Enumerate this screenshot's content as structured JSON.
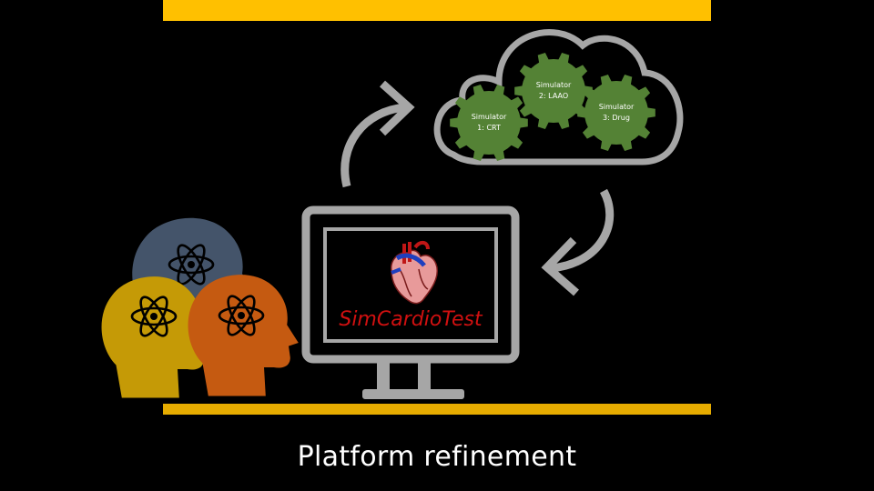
{
  "slide": {
    "caption": "Platform refinement",
    "accent_color": "#ffc000",
    "bottom_bar_color": "#e6ac00"
  },
  "cloud": {
    "simulators": [
      {
        "line1": "Simulator",
        "line2": "1: CRT"
      },
      {
        "line1": "Simulator",
        "line2": "2: LAAO"
      },
      {
        "line1": "Simulator",
        "line2": "3: Drug"
      }
    ],
    "gear_color": "#548235",
    "outline_color": "#a6a6a6"
  },
  "monitor": {
    "app_name": "SimCardioTest",
    "app_name_color": "#d01010"
  },
  "users": {
    "head_colors": [
      "#44546a",
      "#c59a06",
      "#c55a11"
    ],
    "icon": "atom-icon"
  }
}
